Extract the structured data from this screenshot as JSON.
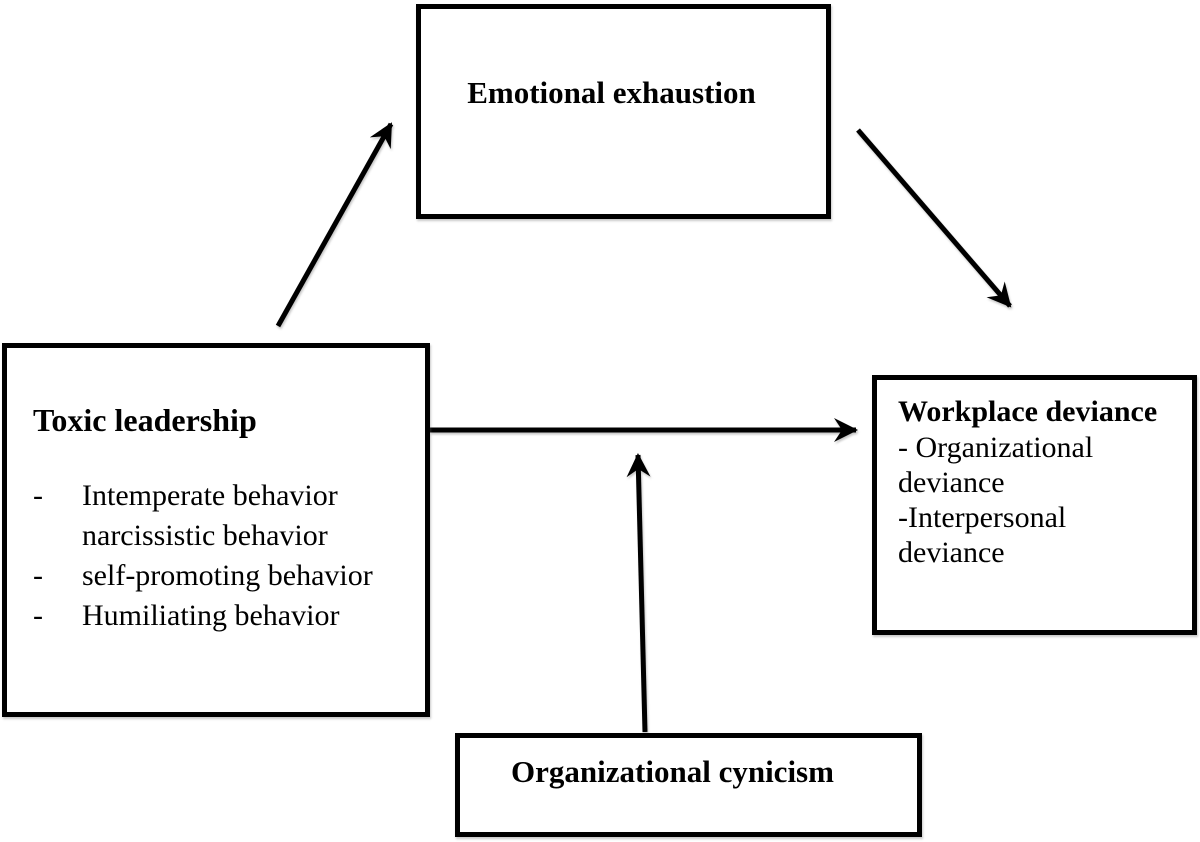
{
  "diagram": {
    "background_color": "#ffffff",
    "line_color": "#000000",
    "text_color": "#000000",
    "boxes": {
      "emotional_exhaustion": {
        "title": "Emotional exhaustion"
      },
      "toxic_leadership": {
        "title": "Toxic leadership",
        "rows": [
          {
            "dash": "-",
            "text": "Intemperate behavior"
          },
          {
            "dash": "",
            "text": "narcissistic behavior"
          },
          {
            "dash": "-",
            "text": "self-promoting behavior"
          },
          {
            "dash": "-",
            "text": "Humiliating behavior"
          }
        ]
      },
      "workplace_deviance": {
        "title": "Workplace deviance",
        "lines": [
          "- Organizational",
          "deviance",
          "-Interpersonal",
          "deviance"
        ]
      },
      "organizational_cynicism": {
        "title": "Organizational cynicism"
      }
    }
  }
}
